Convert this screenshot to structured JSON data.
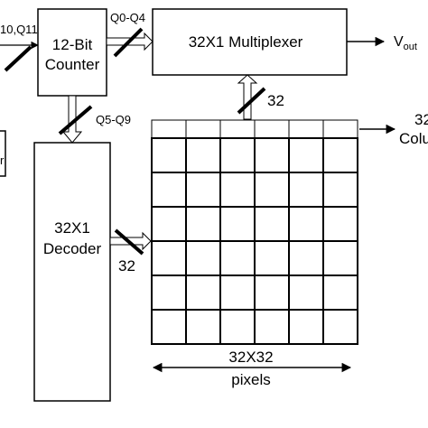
{
  "counter": {
    "line1": "12-Bit",
    "line2": "Counter"
  },
  "multiplexer": {
    "label": "32X1 Multiplexer"
  },
  "decoder": {
    "line1": "32X1",
    "line2": "Decoder"
  },
  "buses": {
    "q10_q11": "10,Q11",
    "q0_q4": "Q0-Q4",
    "q5_q9": "Q5-Q9",
    "mux_width": "32",
    "decoder_width": "32"
  },
  "output": {
    "label_main": "V",
    "label_sub": "out"
  },
  "column_label": {
    "line1": "32",
    "line2": "Colu"
  },
  "left_box": {
    "label": "r"
  },
  "pixels": {
    "line1": "32X32",
    "line2": "pixels"
  },
  "array": {
    "rows": 6,
    "cols": 6
  }
}
